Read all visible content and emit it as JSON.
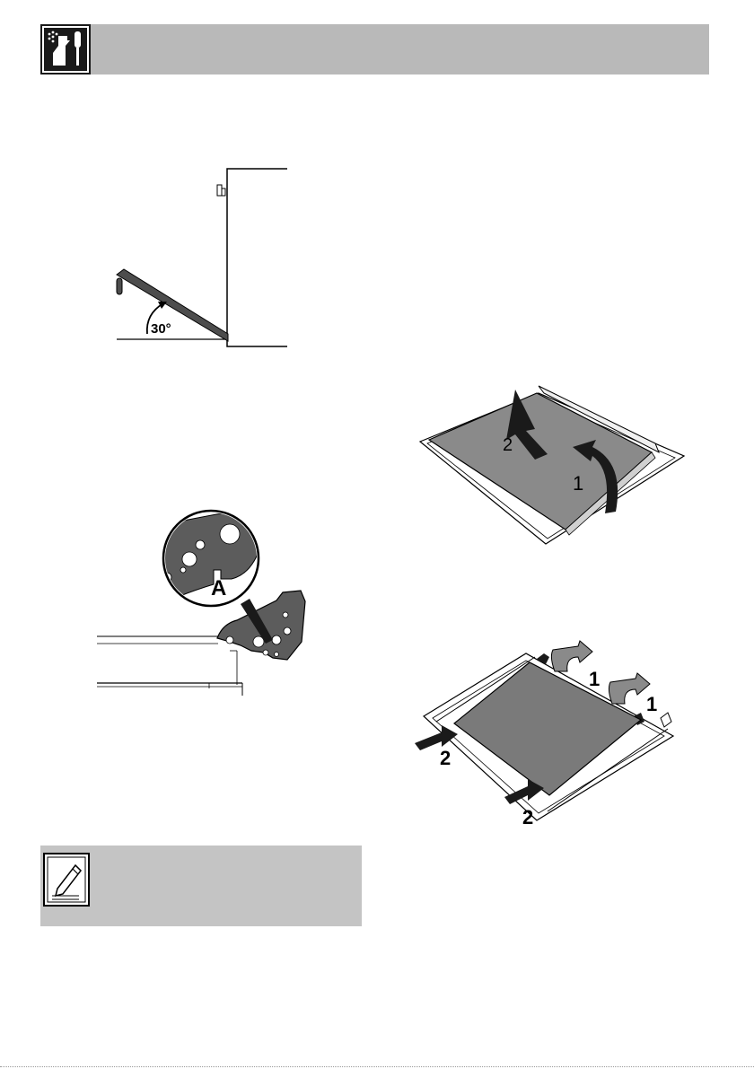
{
  "header": {
    "section_icon": "cleaning-maintenance-icon",
    "icon_colors": {
      "background": "#b9b9b9",
      "badge": "#1a1a1a"
    }
  },
  "figures": {
    "door_angle": {
      "angle_label": "30°"
    },
    "hinge_detail": {
      "callout_label": "A"
    },
    "panel_removal": {
      "step_1_label": "1",
      "step_2_label": "2"
    },
    "panel_insertion": {
      "step_1_label": "1",
      "step_2_label": "2"
    }
  },
  "note": {
    "icon": "pencil-note-icon",
    "background": "#c4c4c4"
  }
}
